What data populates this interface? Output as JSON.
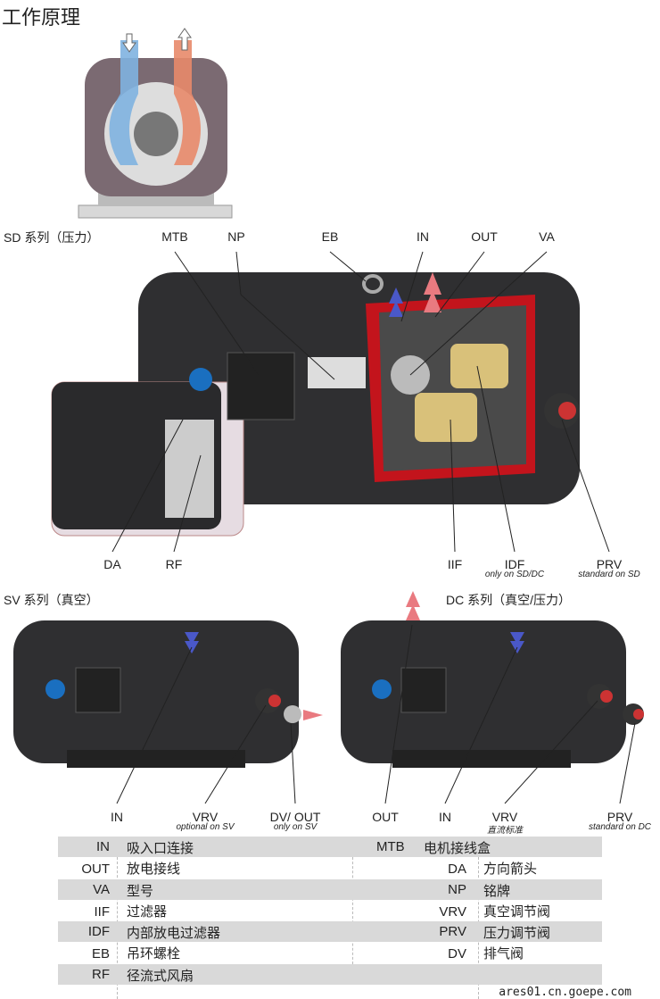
{
  "title": "工作原理",
  "sections": {
    "sd": "SD 系列（压力）",
    "sv": "SV 系列（真空）",
    "dc": "DC 系列（真空/压力）"
  },
  "sd_labels": {
    "mtb": "MTB",
    "np": "NP",
    "eb": "EB",
    "in": "IN",
    "out": "OUT",
    "va": "VA",
    "da": "DA",
    "rf": "RF",
    "iif": "IIF",
    "idf": "IDF",
    "idf_note": "only on SD/DC",
    "prv": "PRV",
    "prv_note": "standard on SD"
  },
  "sv_labels": {
    "in": "IN",
    "vrv": "VRV",
    "vrv_note": "optional on SV",
    "dv": "DV/ OUT",
    "dv_note": "only on SV"
  },
  "dc_labels": {
    "out": "OUT",
    "in": "IN",
    "vrv": "VRV",
    "vrv_note": "直流标准",
    "prv": "PRV",
    "prv_note": "standard on DC"
  },
  "legend": [
    {
      "code": "IN",
      "text": "吸入口连接",
      "code2": "MTB",
      "text2": "电机接线盒"
    },
    {
      "code": "OUT",
      "text": "放电接线",
      "code2": "DA",
      "text2": "方向箭头"
    },
    {
      "code": "VA",
      "text": "型号",
      "code2": "NP",
      "text2": "铭牌"
    },
    {
      "code": "IIF",
      "text": "过滤器",
      "code2": "VRV",
      "text2": "真空调节阀"
    },
    {
      "code": "IDF",
      "text": "内部放电过滤器",
      "code2": "PRV",
      "text2": "压力调节阀"
    },
    {
      "code": "EB",
      "text": "吊环螺栓",
      "code2": "DV",
      "text2": "排气阀"
    },
    {
      "code": "RF",
      "text": "径流式风扇",
      "code2": "",
      "text2": ""
    }
  ],
  "watermark": "ares01.cn.goepe.com"
}
